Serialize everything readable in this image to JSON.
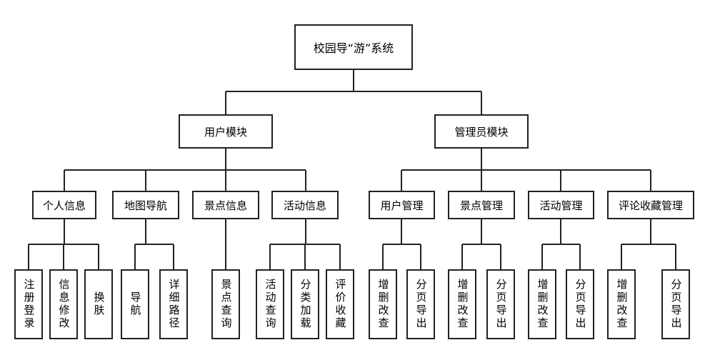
{
  "root": "校园导“游”系统",
  "modules": {
    "user": {
      "label": "用户模块",
      "children": [
        {
          "label": "个人信息",
          "leaves": [
            "注册登录",
            "信息修改",
            "换肤"
          ]
        },
        {
          "label": "地图导航",
          "leaves": [
            "导航",
            "详细路径"
          ]
        },
        {
          "label": "景点信息",
          "leaves": [
            "景点查询"
          ]
        },
        {
          "label": "活动信息",
          "leaves": [
            "活动查询",
            "分类加载",
            "评价收藏"
          ]
        }
      ]
    },
    "admin": {
      "label": "管理员模块",
      "children": [
        {
          "label": "用户管理",
          "leaves": [
            "增删改查",
            "分页导出"
          ]
        },
        {
          "label": "景点管理",
          "leaves": [
            "增删改查",
            "分页导出"
          ]
        },
        {
          "label": "活动管理",
          "leaves": [
            "增删改查",
            "分页导出"
          ]
        },
        {
          "label": "评论收藏管理",
          "leaves": [
            "增删改查",
            "分页导出"
          ]
        }
      ]
    }
  }
}
